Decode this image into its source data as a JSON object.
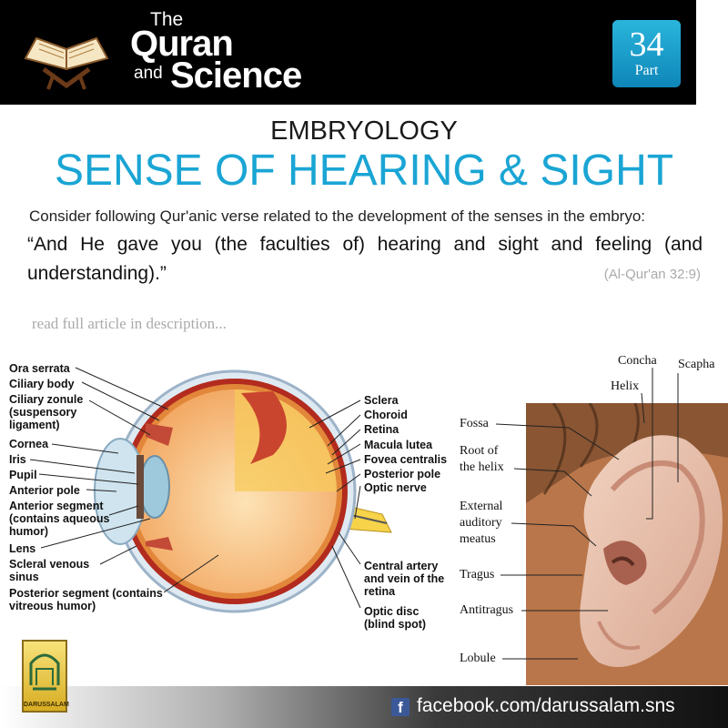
{
  "header": {
    "brand_the": "The",
    "brand_quran": "Quran",
    "brand_and": "and",
    "brand_science": "Science",
    "part_number": "34",
    "part_label": "Part",
    "accent_color": "#1aa5d4"
  },
  "article": {
    "eyebrow": "EMBRYOLOGY",
    "title": "SENSE OF HEARING & SIGHT",
    "intro": "Consider following Qur'anic verse related to the development of the senses in the embryo:",
    "quote_line1": "“And He gave you (the faculties of) hearing and sight and feeling (and",
    "quote_line2": "understanding).”",
    "citation": "(Al-Qur'an 32:9)",
    "note": "read full article in description..."
  },
  "eye_labels": {
    "left": [
      "Ora serrata",
      "Ciliary body",
      "Ciliary zonule (suspensory ligament)",
      "Cornea",
      "Iris",
      "Pupil",
      "Anterior pole",
      "Anterior segment (contains aqueous humor)",
      "Lens",
      "Scleral venous sinus",
      "Posterior segment (contains vitreous humor)"
    ],
    "right": [
      "Sclera",
      "Choroid",
      "Retina",
      "Macula lutea",
      "Fovea centralis",
      "Posterior pole",
      "Optic nerve",
      "Central artery and vein of the retina",
      "Optic disc (blind spot)"
    ]
  },
  "ear_labels": [
    "Concha",
    "Scapha",
    "Helix",
    "Fossa",
    "Root of the helix",
    "External auditory meatus",
    "Tragus",
    "Antitragus",
    "Lobule"
  ],
  "footer": {
    "social_icon": "facebook-icon",
    "facebook_url": "facebook.com/darussalam.sns",
    "logo_text": "DARUSSALAM"
  }
}
